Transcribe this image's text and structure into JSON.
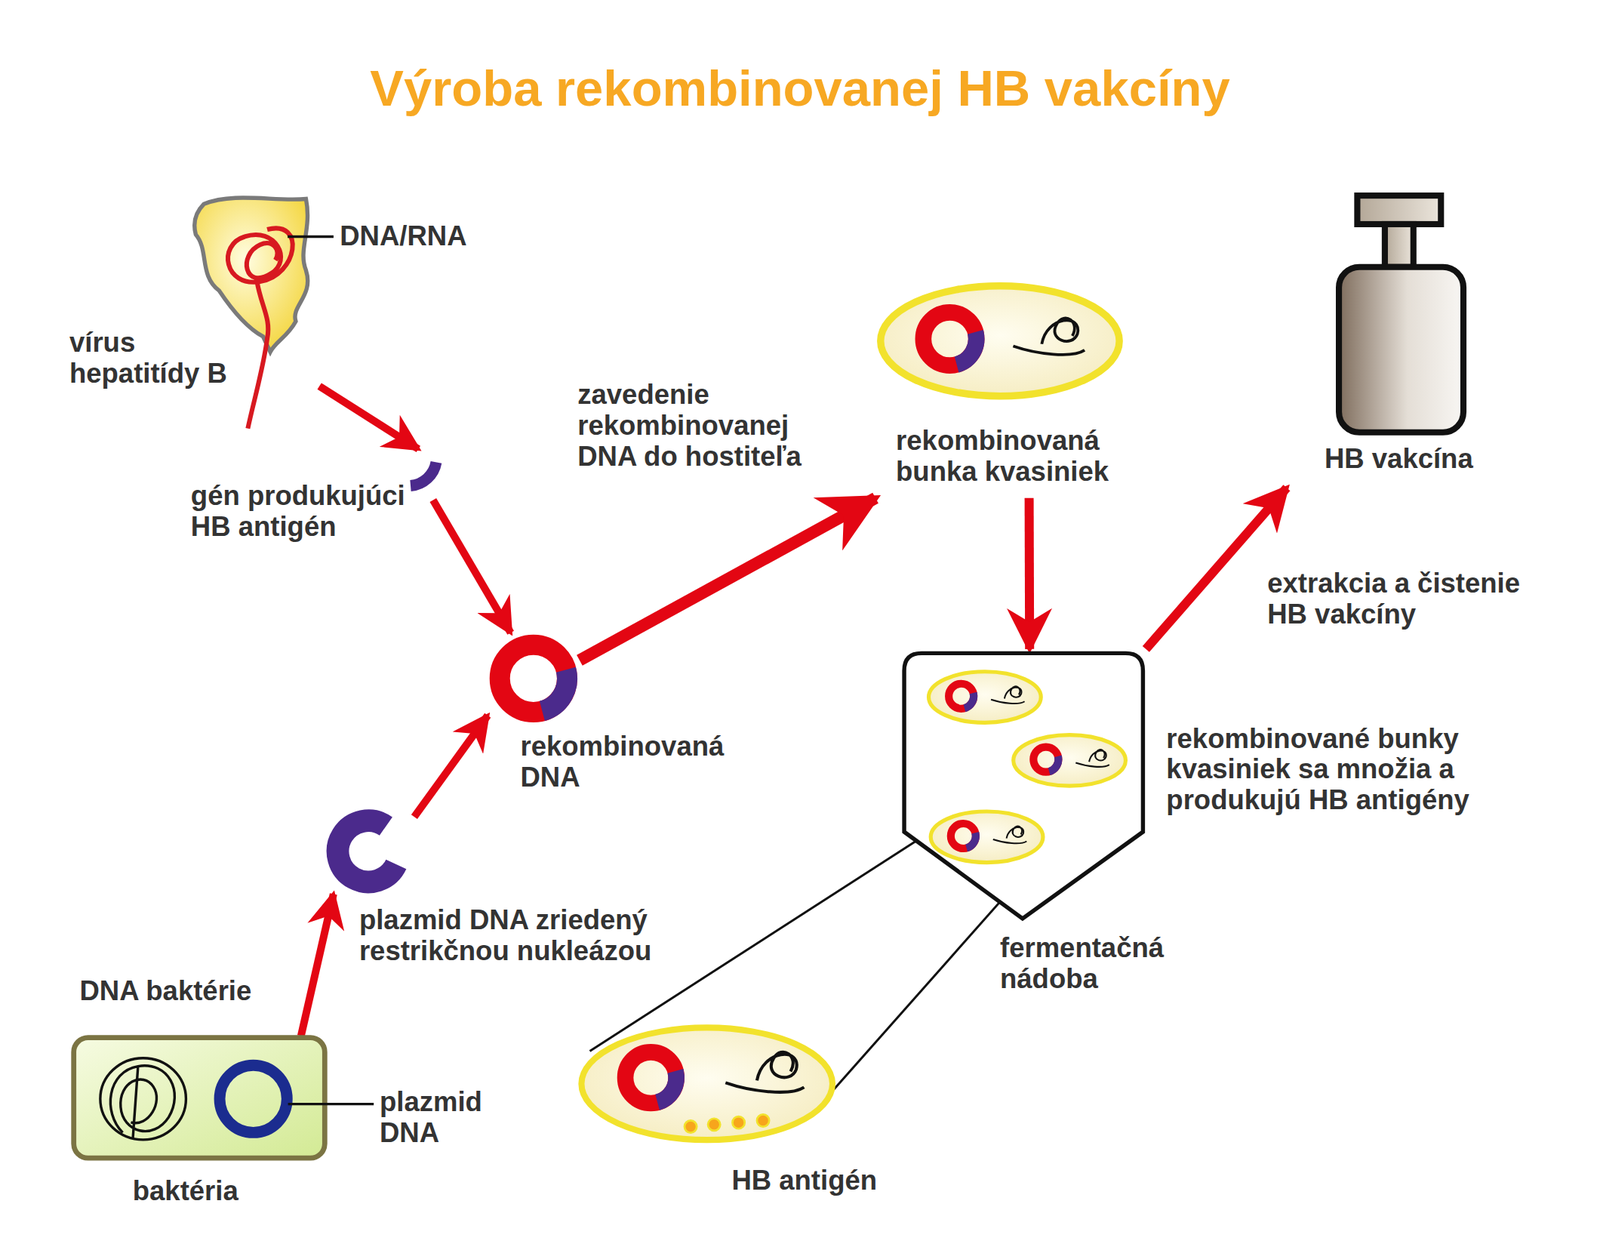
{
  "diagram": {
    "title": "Výroba rekombinovanej HB vakcíny",
    "nodes": [
      {
        "text": [
          "DNA/RNA",
          "vírus hepatitídy B"
        ]
      },
      {
        "text": [
          "gén produkujúci HB antigén"
        ]
      },
      {
        "text": [
          "rekombinovaná DNA"
        ]
      },
      {
        "text": [
          "plazmid DNA zriedený restrikčnou nukleázou"
        ]
      },
      {
        "text": [
          "plazmid DNA",
          "baktéria"
        ]
      },
      {
        "text": [
          "rekombinovaná bunka kvasiniek"
        ]
      },
      {
        "text": [
          "rekombinované bunky kvasiniek sa množia a produkujú HB antigény",
          "fermentačná nádoba"
        ]
      },
      {
        "text": [
          "HB antigén"
        ]
      },
      {
        "text": [
          "HB vakcína"
        ]
      }
    ],
    "edges": [
      {
        "from": 0,
        "to": 1,
        "arrow": "to"
      },
      {
        "from": 1,
        "to": 2,
        "arrow": "to"
      },
      {
        "from": 4,
        "to": 3,
        "arrow": "to"
      },
      {
        "from": 3,
        "to": 2,
        "arrow": "to"
      },
      {
        "from": 2,
        "to": 5,
        "arrow": "to"
      },
      {
        "from": 5,
        "to": 6,
        "arrow": "to"
      },
      {
        "from": 6,
        "to": 8,
        "arrow": "to"
      }
    ],
    "labels": [
      "zavedenie rekombinovanej DNA do hostiteľa",
      "extrakcia a čistenie HB vakcíny",
      "DNA baktérie"
    ]
  }
}
